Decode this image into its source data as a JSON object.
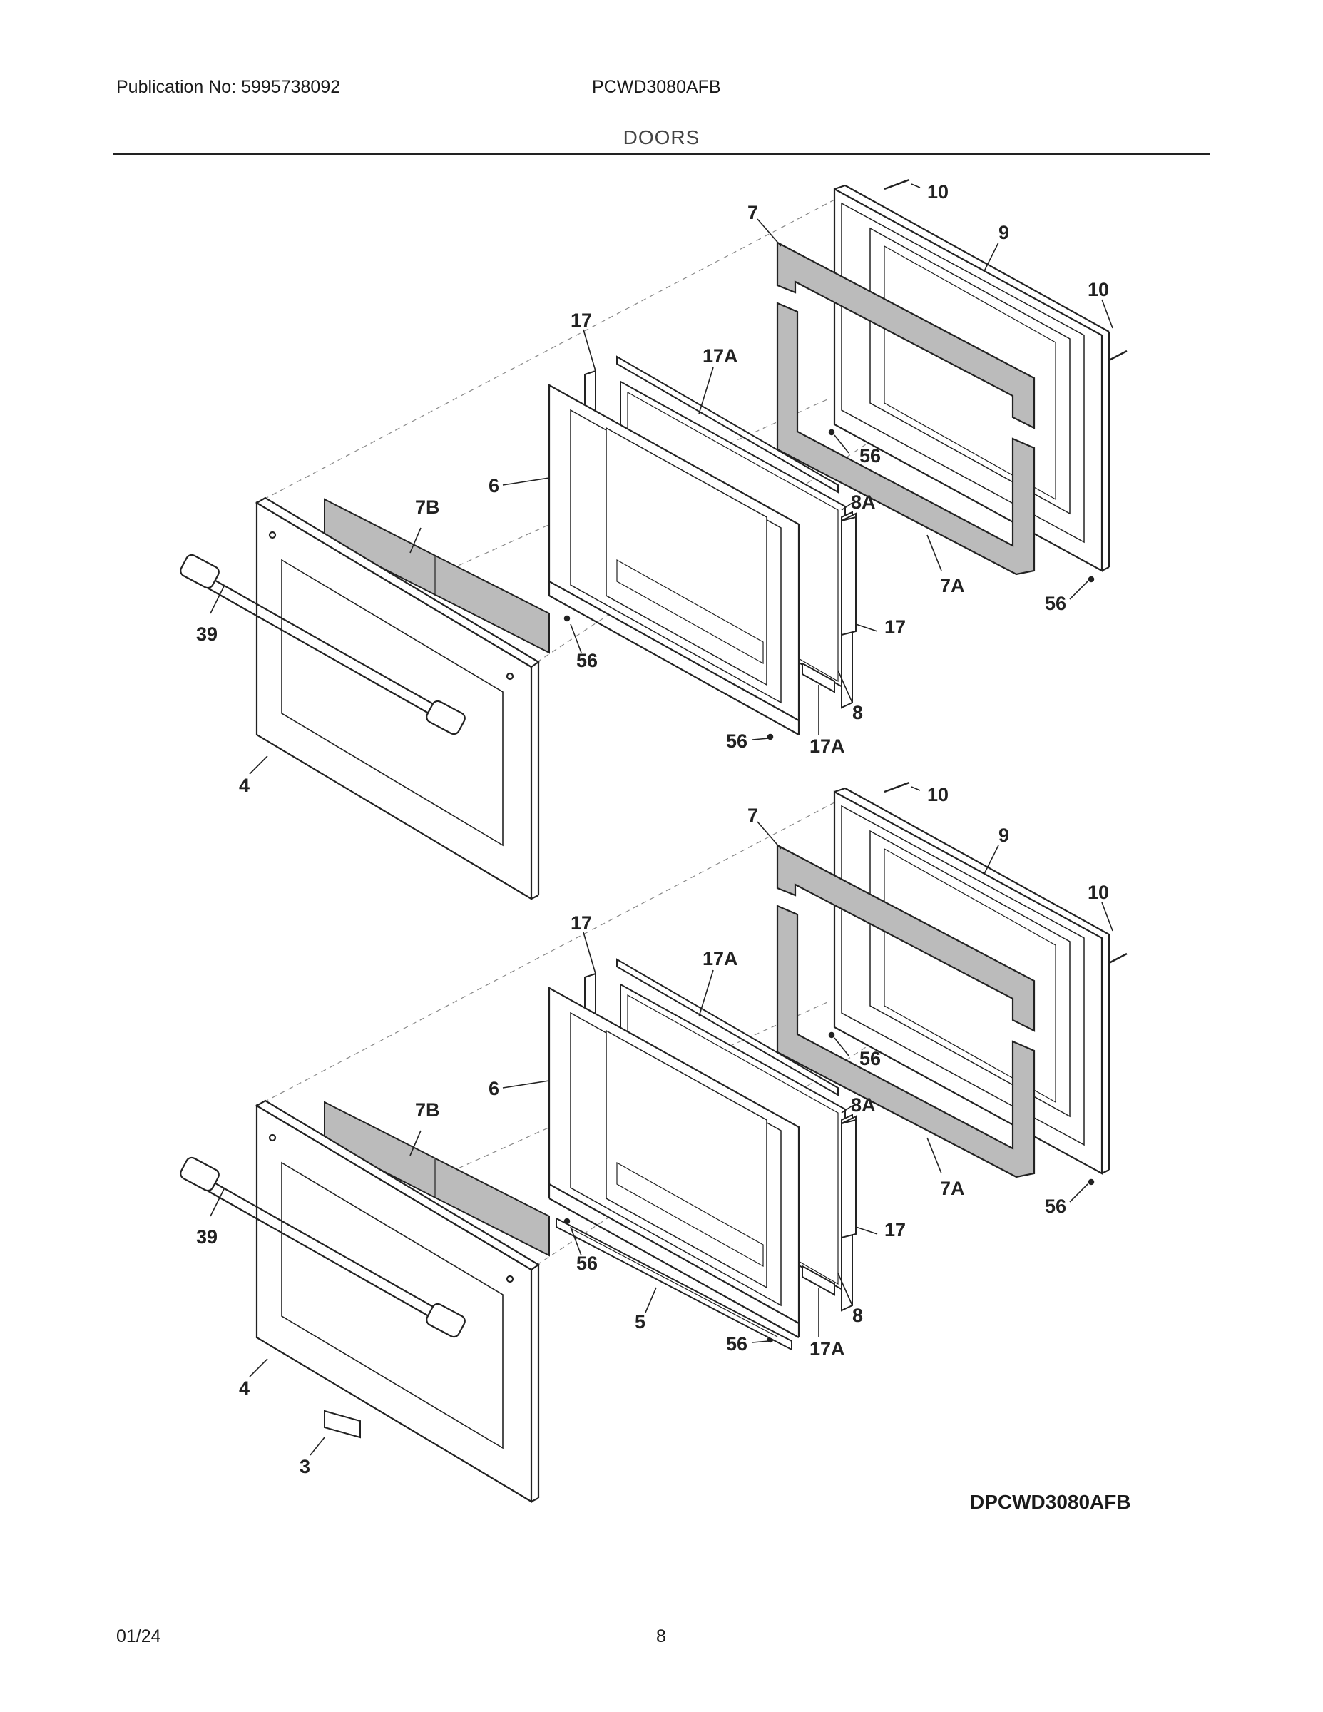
{
  "header": {
    "publication": "Publication No: 5995738092",
    "model": "PCWD3080AFB",
    "section": "DOORS"
  },
  "footer": {
    "date": "01/24",
    "page": "8"
  },
  "drawing_id": "DPCWD3080AFB",
  "callouts": {
    "upper": [
      "10",
      "7",
      "9",
      "10",
      "17",
      "17A",
      "6",
      "56",
      "8A",
      "7B",
      "39",
      "56",
      "7A",
      "56",
      "17",
      "8",
      "56",
      "17A",
      "4"
    ],
    "lower": [
      "10",
      "7",
      "9",
      "10",
      "17",
      "17A",
      "6",
      "56",
      "8A",
      "7B",
      "39",
      "56",
      "7A",
      "56",
      "17",
      "8",
      "5",
      "56",
      "17A",
      "4",
      "3"
    ]
  }
}
